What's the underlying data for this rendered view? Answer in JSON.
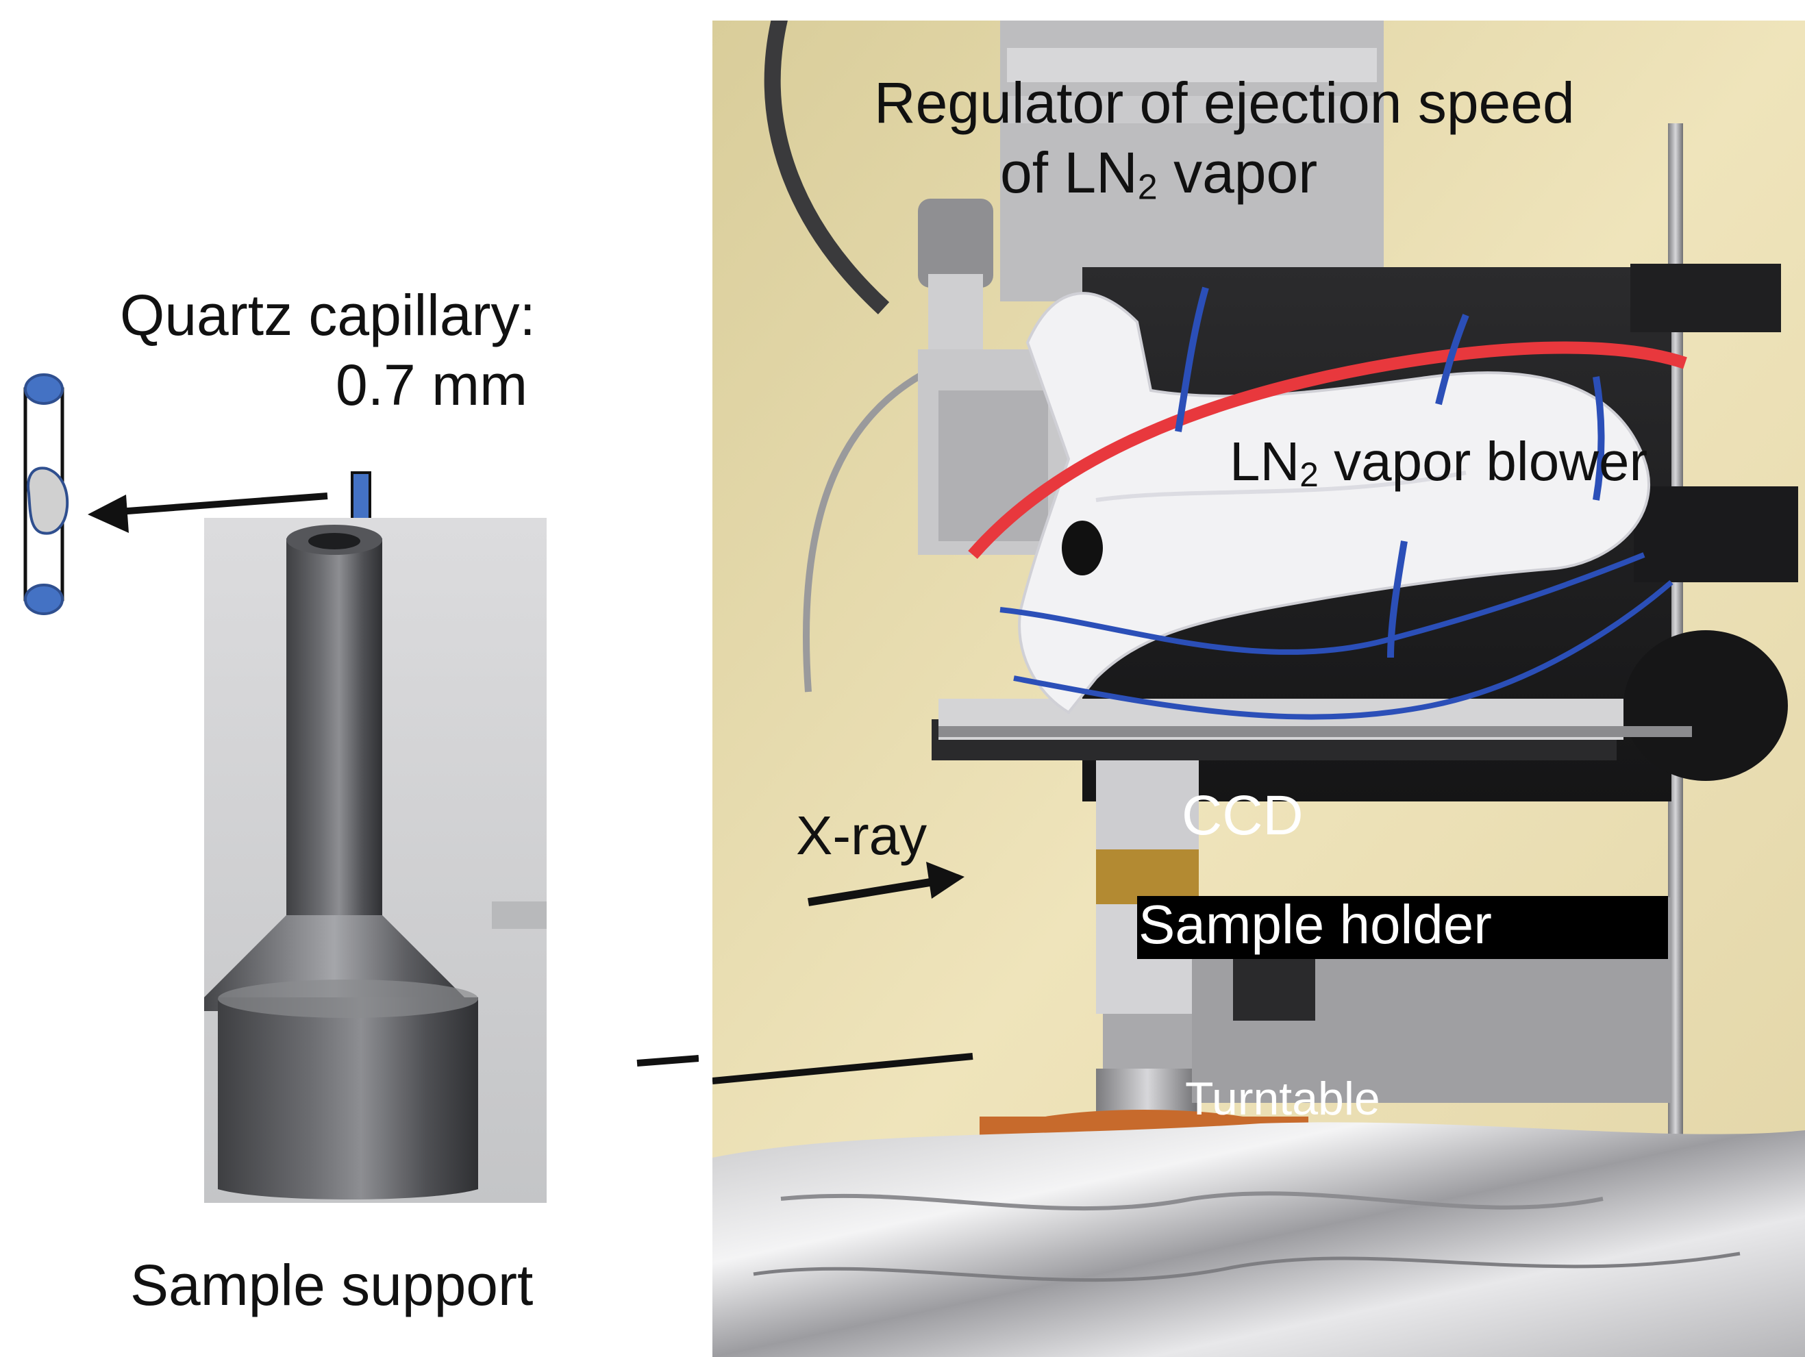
{
  "left_panel": {
    "capillary_label_line1": "Quartz capillary:",
    "capillary_label_line2": "0.7 mm",
    "support_label": "Sample support"
  },
  "right_panel": {
    "regulator_line1": "Regulator of ejection speed",
    "regulator_line2_prefix": "of LN",
    "regulator_line2_sub": "2",
    "regulator_line2_suffix": " vapor",
    "blower_prefix": "LN",
    "blower_sub": "2",
    "blower_suffix": " vapor blower",
    "ccd": "CCD",
    "xray": "X-ray",
    "sample_holder": "Sample holder",
    "turntable": "Turntable"
  },
  "colors": {
    "capillary_blue": "#4472c4",
    "capillary_outline": "#2f4f8f",
    "sample_grey": "#d0d0d0",
    "arrow_black": "#111111",
    "tube_red": "#e8383d",
    "tie_blue": "#2b4fb8",
    "insulation_white": "#f2f2f4",
    "background_cream": "#e9dcae"
  }
}
